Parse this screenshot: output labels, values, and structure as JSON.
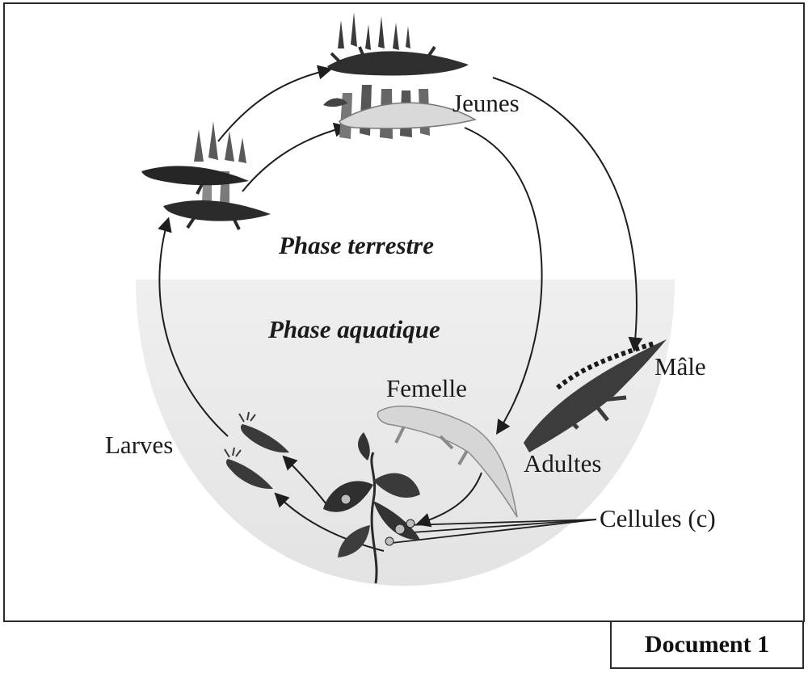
{
  "labels": {
    "jeunes": "Jeunes",
    "male": "Mâle",
    "femelle": "Femelle",
    "adultes": "Adultes",
    "larves": "Larves",
    "cellules": "Cellules (c)"
  },
  "phases": {
    "terrestre": "Phase terrestre",
    "aquatique": "Phase aquatique"
  },
  "document_label": "Document 1",
  "colors": {
    "line": "#1e1e1e",
    "water": "#ececec",
    "frame": "#2a2a2a"
  },
  "icons": [
    "juvenile-newt-on-grass-icon",
    "juvenile-newt-pair-icon",
    "male-newt-icon",
    "female-newt-icon",
    "aquatic-plant-with-eggs-icon",
    "larva-icon"
  ]
}
